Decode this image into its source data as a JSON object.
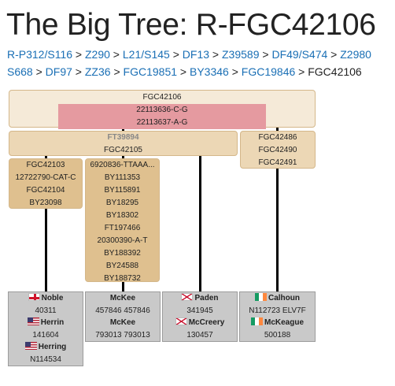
{
  "title": "The Big Tree: R-FGC42106",
  "breadcrumbs_line1": [
    "R-P312/S116",
    "Z290",
    "L21/S145",
    "DF13",
    "Z39589",
    "DF49/S474",
    "Z2980"
  ],
  "breadcrumbs_line2": [
    "S668",
    "DF97",
    "ZZ36",
    "FGC19851",
    "BY3346",
    "FGC19846"
  ],
  "breadcrumb_current": "FGC42106",
  "separator": ">",
  "tree": {
    "root": {
      "name": "FGC42106",
      "variants": [
        "22113636-C-G",
        "22113637-A-G"
      ]
    },
    "level2": [
      {
        "snps": [
          "FT39894",
          "FGC42105"
        ]
      },
      {
        "snps": [
          "FGC42486",
          "FGC42490",
          "FGC42491"
        ]
      }
    ],
    "level3": [
      {
        "snps": [
          "FGC42103",
          "12722790-CAT-C",
          "FGC42104",
          "BY23098"
        ]
      },
      {
        "snps": [
          "6920836-TTAAA...",
          "BY111353",
          "BY115891",
          "BY18295",
          "BY18302",
          "FT197466",
          "20300390-A-T",
          "BY188392",
          "BY24588",
          "BY188732"
        ]
      }
    ],
    "leaves": [
      {
        "entries": [
          {
            "flag": "england-flag-icon",
            "surname": "Noble",
            "kit": "40311"
          },
          {
            "flag": "usa-flag-icon",
            "surname": "Herrin",
            "kit": "141604"
          },
          {
            "flag": "usa-flag-icon",
            "surname": "Herring",
            "kit": "N114534"
          }
        ]
      },
      {
        "entries": [
          {
            "flag": "",
            "surname": "McKee",
            "kit": "457846 457846"
          },
          {
            "flag": "",
            "surname": "McKee",
            "kit": "793013 793013"
          }
        ]
      },
      {
        "entries": [
          {
            "flag": "northern-ireland-flag-icon",
            "surname": "Paden",
            "kit": "341945"
          },
          {
            "flag": "northern-ireland-flag-icon",
            "surname": "McCreery",
            "kit": "130457"
          }
        ]
      },
      {
        "entries": [
          {
            "flag": "ireland-flag-icon",
            "surname": "Calhoun",
            "kit": "N112723 ELV7F"
          },
          {
            "flag": "ireland-flag-icon",
            "surname": "McKeague",
            "kit": "500188"
          }
        ]
      }
    ]
  },
  "colors": {
    "link": "#1a6fb5",
    "box_light": "#f5ead8",
    "box_mid": "#ecd7b5",
    "box_dark": "#dfc08f",
    "variant_highlight": "#e59aa0",
    "leaf_bg": "#c9c9c9"
  }
}
